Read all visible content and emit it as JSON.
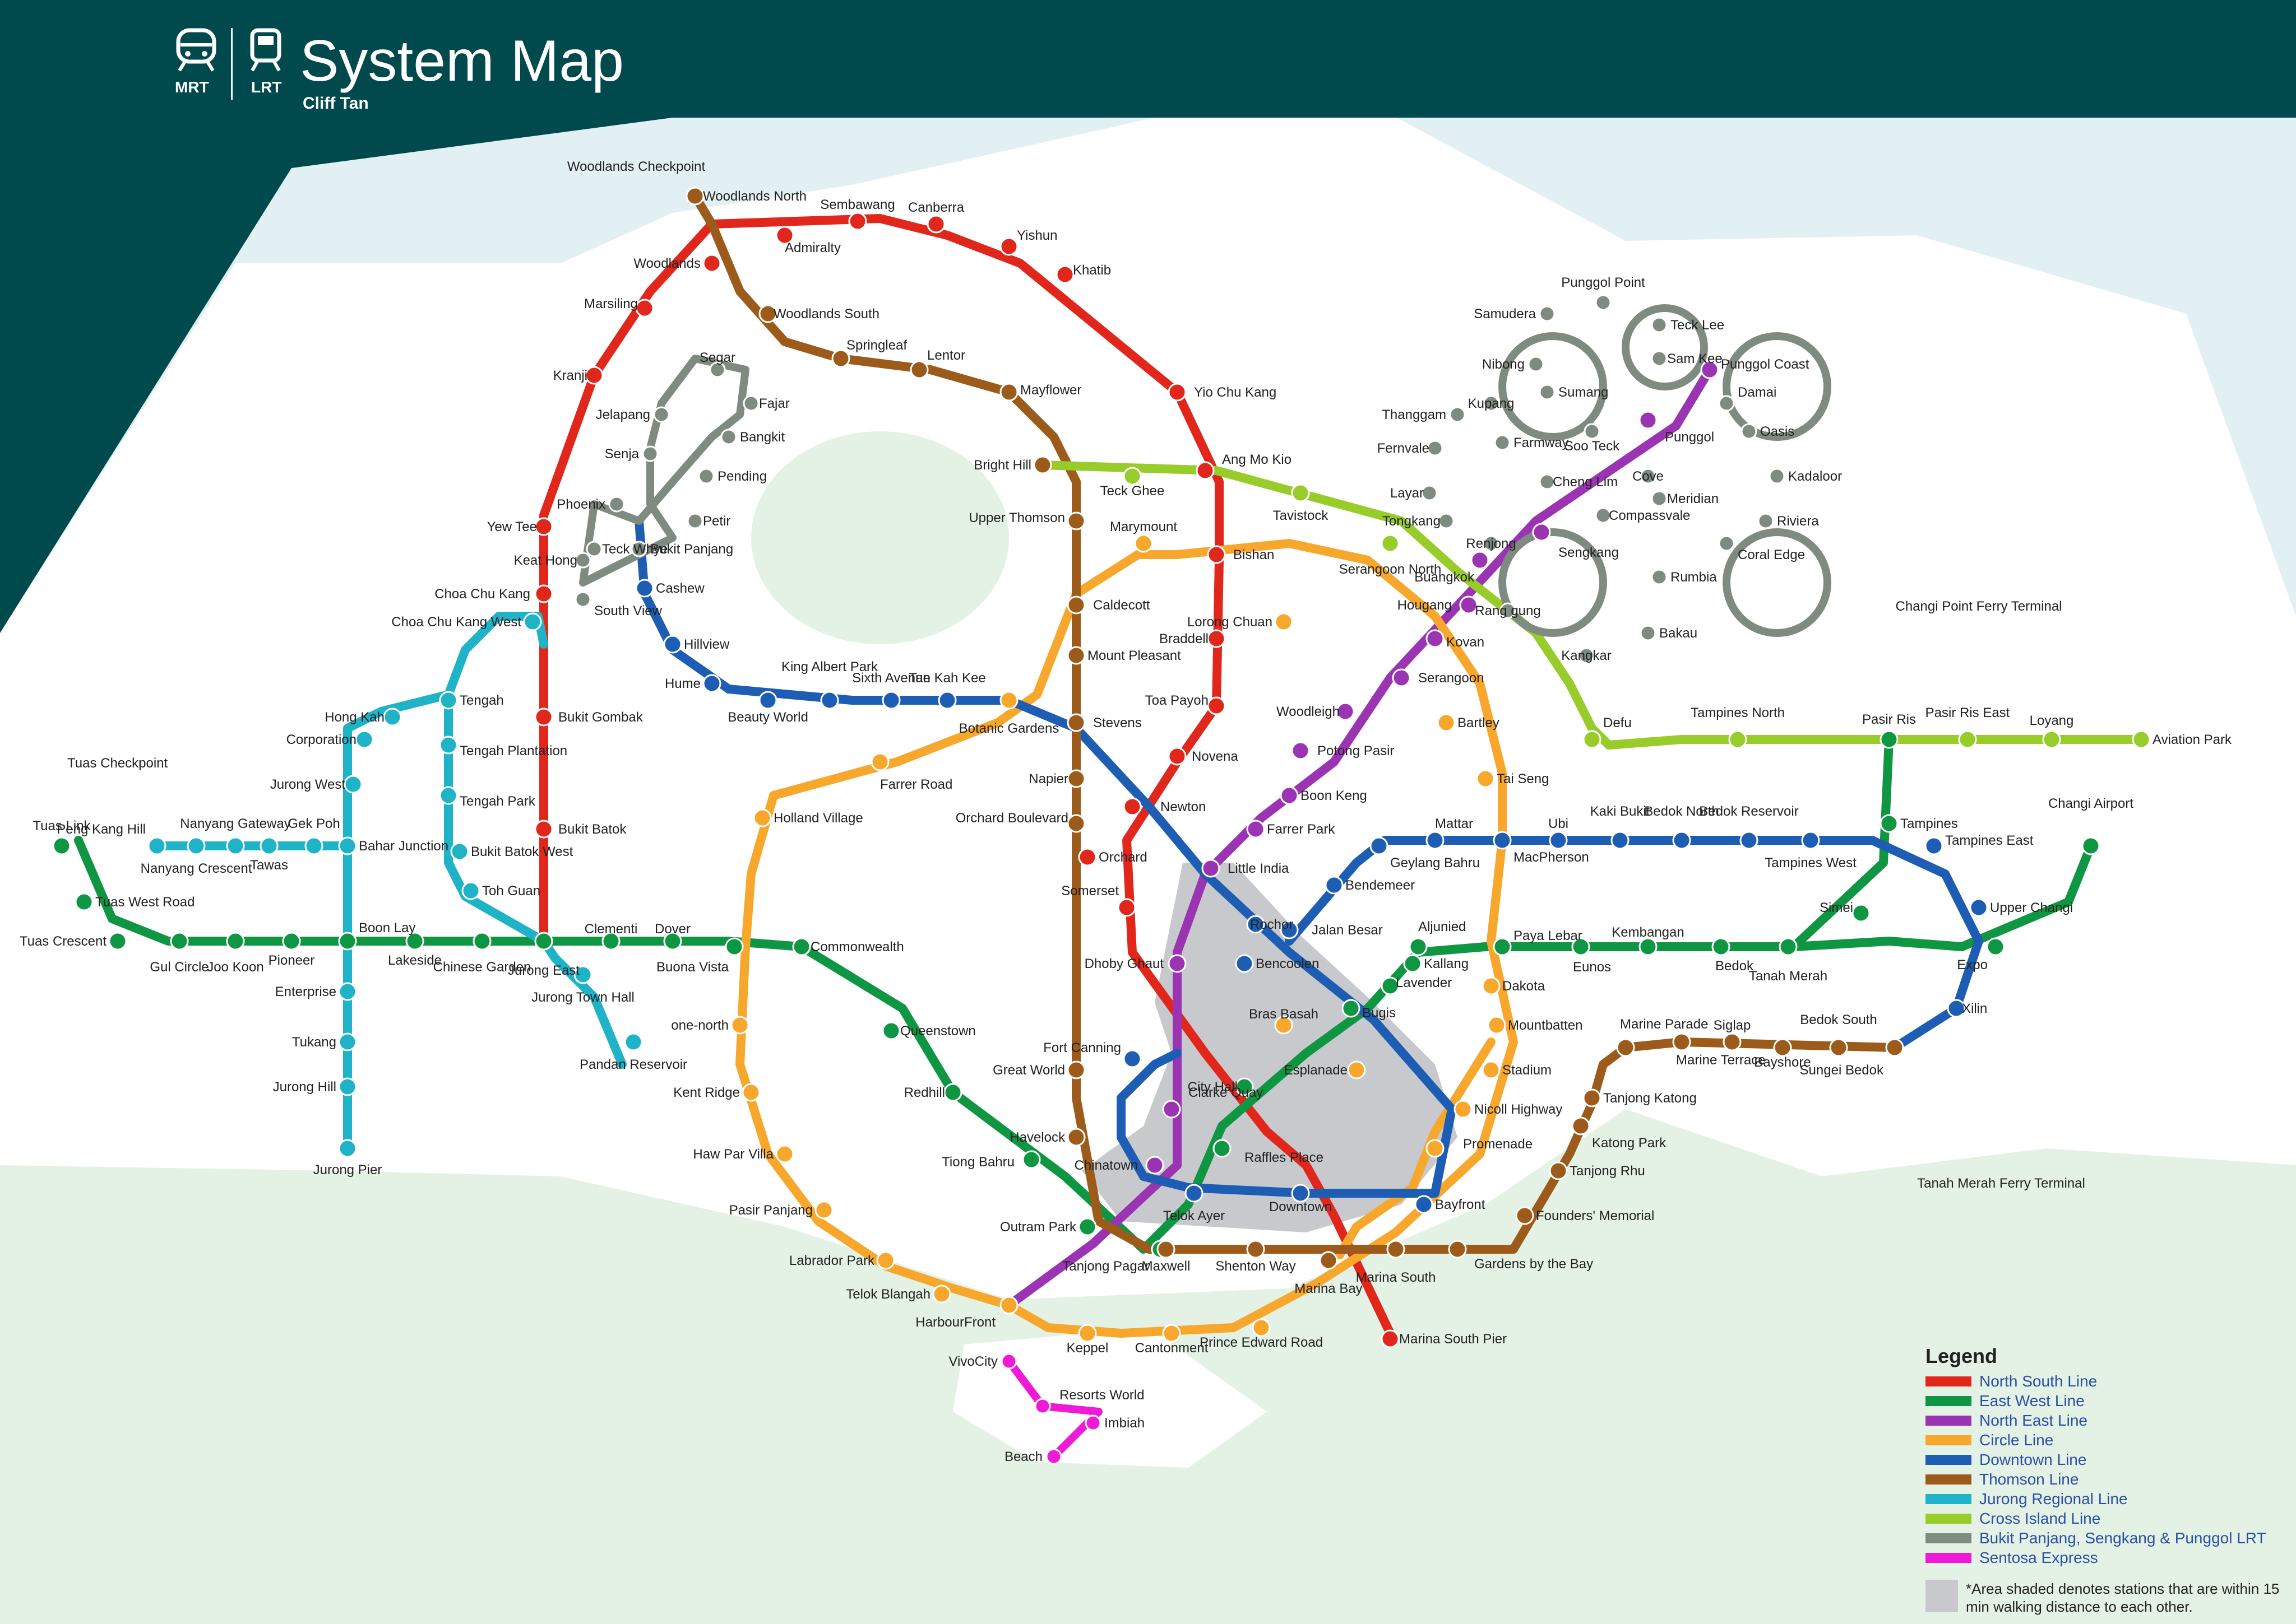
{
  "header": {
    "title": "System Map",
    "author": "Cliff Tan",
    "mrt_label": "MRT",
    "lrt_label": "LRT"
  },
  "colors": {
    "NSL": "#e1261c",
    "EWL": "#0f9642",
    "NEL": "#9a34b3",
    "CCL": "#f7a72c",
    "DTL": "#1d5db3",
    "TEL": "#9c5b1b",
    "JRL": "#1fb3c8",
    "CRL": "#97cc2b",
    "LRT": "#7f8a80",
    "SE": "#ee1ad6",
    "water": "#e2f0f3",
    "land": "#e3f2e4",
    "header_bg": "#004a4e"
  },
  "lines": {
    "NSL": {
      "name": "North South Line"
    },
    "EWL": {
      "name": "East West Line"
    },
    "NEL": {
      "name": "North East Line"
    },
    "CCL": {
      "name": "Circle Line"
    },
    "DTL": {
      "name": "Downtown Line"
    },
    "TEL": {
      "name": "Thomson Line"
    },
    "JRL": {
      "name": "Jurong Regional Line"
    },
    "CRL": {
      "name": "Cross Island Line"
    },
    "LRT": {
      "name": "Bukit Panjang, Sengkang & Punggol LRT"
    },
    "SE": {
      "name": "Sentosa Express"
    }
  },
  "legend": {
    "title": "Legend",
    "items": [
      {
        "key": "NSL",
        "label": "North South Line"
      },
      {
        "key": "EWL",
        "label": "East West Line"
      },
      {
        "key": "NEL",
        "label": "North East Line"
      },
      {
        "key": "CCL",
        "label": "Circle Line"
      },
      {
        "key": "DTL",
        "label": "Downtown Line"
      },
      {
        "key": "TEL",
        "label": "Thomson Line"
      },
      {
        "key": "JRL",
        "label": "Jurong Regional Line"
      },
      {
        "key": "CRL",
        "label": "Cross Island Line"
      },
      {
        "key": "LRT",
        "label": "Bukit Panjang, Sengkang & Punggol LRT"
      },
      {
        "key": "SE",
        "label": "Sentosa Express"
      }
    ],
    "note": "*Area shaded denotes stations that are within 15 min walking distance to each other."
  },
  "places": [
    "Tuas Checkpoint",
    "Woodlands Checkpoint",
    "Changi Point Ferry Terminal",
    "Tanah Merah Ferry Terminal"
  ],
  "stations": [
    "Woodlands North",
    "Woodlands",
    "Woodlands South",
    "Admiralty",
    "Sembawang",
    "Canberra",
    "Yishun",
    "Khatib",
    "Marsiling",
    "Kranji",
    "Yew Tee",
    "Choa Chu Kang",
    "Bukit Gombak",
    "Bukit Batok",
    "Jurong East",
    "Clementi",
    "Dover",
    "Buona Vista",
    "Commonwealth",
    "Queenstown",
    "Redhill",
    "Tiong Bahru",
    "Outram Park",
    "Tanjong Pagar",
    "Raffles Place",
    "City Hall",
    "Bugis",
    "Lavender",
    "Kallang",
    "Aljunied",
    "Paya Lebar",
    "Eunos",
    "Kembangan",
    "Bedok",
    "Tanah Merah",
    "Simei",
    "Tampines",
    "Pasir Ris",
    "Expo",
    "Changi Airport",
    "Springleaf",
    "Lentor",
    "Mayflower",
    "Bright Hill",
    "Upper Thomson",
    "Caldecott",
    "Mount Pleasant",
    "Stevens",
    "Napier",
    "Orchard Boulevard",
    "Orchard",
    "Great World",
    "Havelock",
    "Maxwell",
    "Shenton Way",
    "Marina Bay",
    "Gardens by the Bay",
    "Founders' Memorial",
    "Tanjong Rhu",
    "Katong Park",
    "Tanjong Katong",
    "Marine Parade",
    "Marine Terrace",
    "Siglap",
    "Bayshore",
    "Bedok South",
    "Sungei Bedok",
    "Yio Chu Kang",
    "Ang Mo Kio",
    "Bishan",
    "Braddell",
    "Toa Payoh",
    "Novena",
    "Newton",
    "Somerset",
    "Dhoby Ghaut",
    "Marina South Pier",
    "Marina South",
    "Teck Ghee",
    "Tavistock",
    "Serangoon North",
    "Hougang",
    "Defu",
    "Tampines North",
    "Pasir Ris East",
    "Loyang",
    "Aviation Park",
    "Punggol Coast",
    "Punggol",
    "Sengkang",
    "Buangkok",
    "Kovan",
    "Serangoon",
    "Woodleigh",
    "Potong Pasir",
    "Boon Keng",
    "Farrer Park",
    "Little India",
    "Chinatown",
    "Clarke Quay",
    "HarbourFront",
    "Marymount",
    "Lorong Chuan",
    "Bartley",
    "Tai Seng",
    "MacPherson",
    "Dakota",
    "Mountbatten",
    "Stadium",
    "Nicoll Highway",
    "Promenade",
    "Esplanade",
    "Bras Basah",
    "Bayfront",
    "Telok Blangah",
    "Labrador Park",
    "Pasir Panjang",
    "Haw Par Villa",
    "Kent Ridge",
    "one-north",
    "Holland Village",
    "Farrer Road",
    "Botanic Gardens",
    "Cashew",
    "Hillview",
    "Hume",
    "Beauty World",
    "King Albert Park",
    "Sixth Avenue",
    "Tan Kah Kee",
    "Rochor",
    "Jalan Besar",
    "Bendemeer",
    "Geylang Bahru",
    "Mattar",
    "Ubi",
    "Kaki Bukit",
    "Bedok North",
    "Bedok Reservoir",
    "Tampines West",
    "Tampines East",
    "Upper Changi",
    "Xilin",
    "Fort Canning",
    "Bencoolen",
    "Telok Ayer",
    "Downtown",
    "Bukit Panjang",
    "Choa Chu Kang West",
    "Tengah",
    "Tengah Plantation",
    "Tengah Park",
    "Bukit Batok West",
    "Toh Guan",
    "Hong Kah",
    "Corporation",
    "Jurong West",
    "Bahar Junction",
    "Gek Poh",
    "Tawas",
    "Nanyang Gateway",
    "Nanyang Crescent",
    "Peng Kang Hill",
    "Enterprise",
    "Tukang",
    "Jurong Hill",
    "Jurong Pier",
    "Jurong Town Hall",
    "Pandan Reservoir",
    "Boon Lay",
    "Lakeside",
    "Chinese Garden",
    "Pioneer",
    "Joo Koon",
    "Gul Circle",
    "Tuas Crescent",
    "Tuas West Road",
    "Tuas Link",
    "Segar",
    "Fajar",
    "Bangkit",
    "Pending",
    "Petir",
    "Jelapang",
    "Senja",
    "Phoenix",
    "Teck Whye",
    "Keat Hong",
    "South View",
    "Punggol Point",
    "Samudera",
    "Nibong",
    "Sumang",
    "Soo Teck",
    "Teck Lee",
    "Sam Kee",
    "Damai",
    "Oasis",
    "Kadaloor",
    "Riviera",
    "Coral Edge",
    "Meridian",
    "Cove",
    "Thanggam",
    "Kupang",
    "Farmway",
    "Fernvale",
    "Layar",
    "Tongkang",
    "Renjong",
    "Cheng Lim",
    "Compassvale",
    "Rumbia",
    "Bakau",
    "Kangkar",
    "Rang gung",
    "VivoCity",
    "Resorts World",
    "Imbiah",
    "Beach",
    "Keppel",
    "Cantonment",
    "Prince Edward Road"
  ]
}
